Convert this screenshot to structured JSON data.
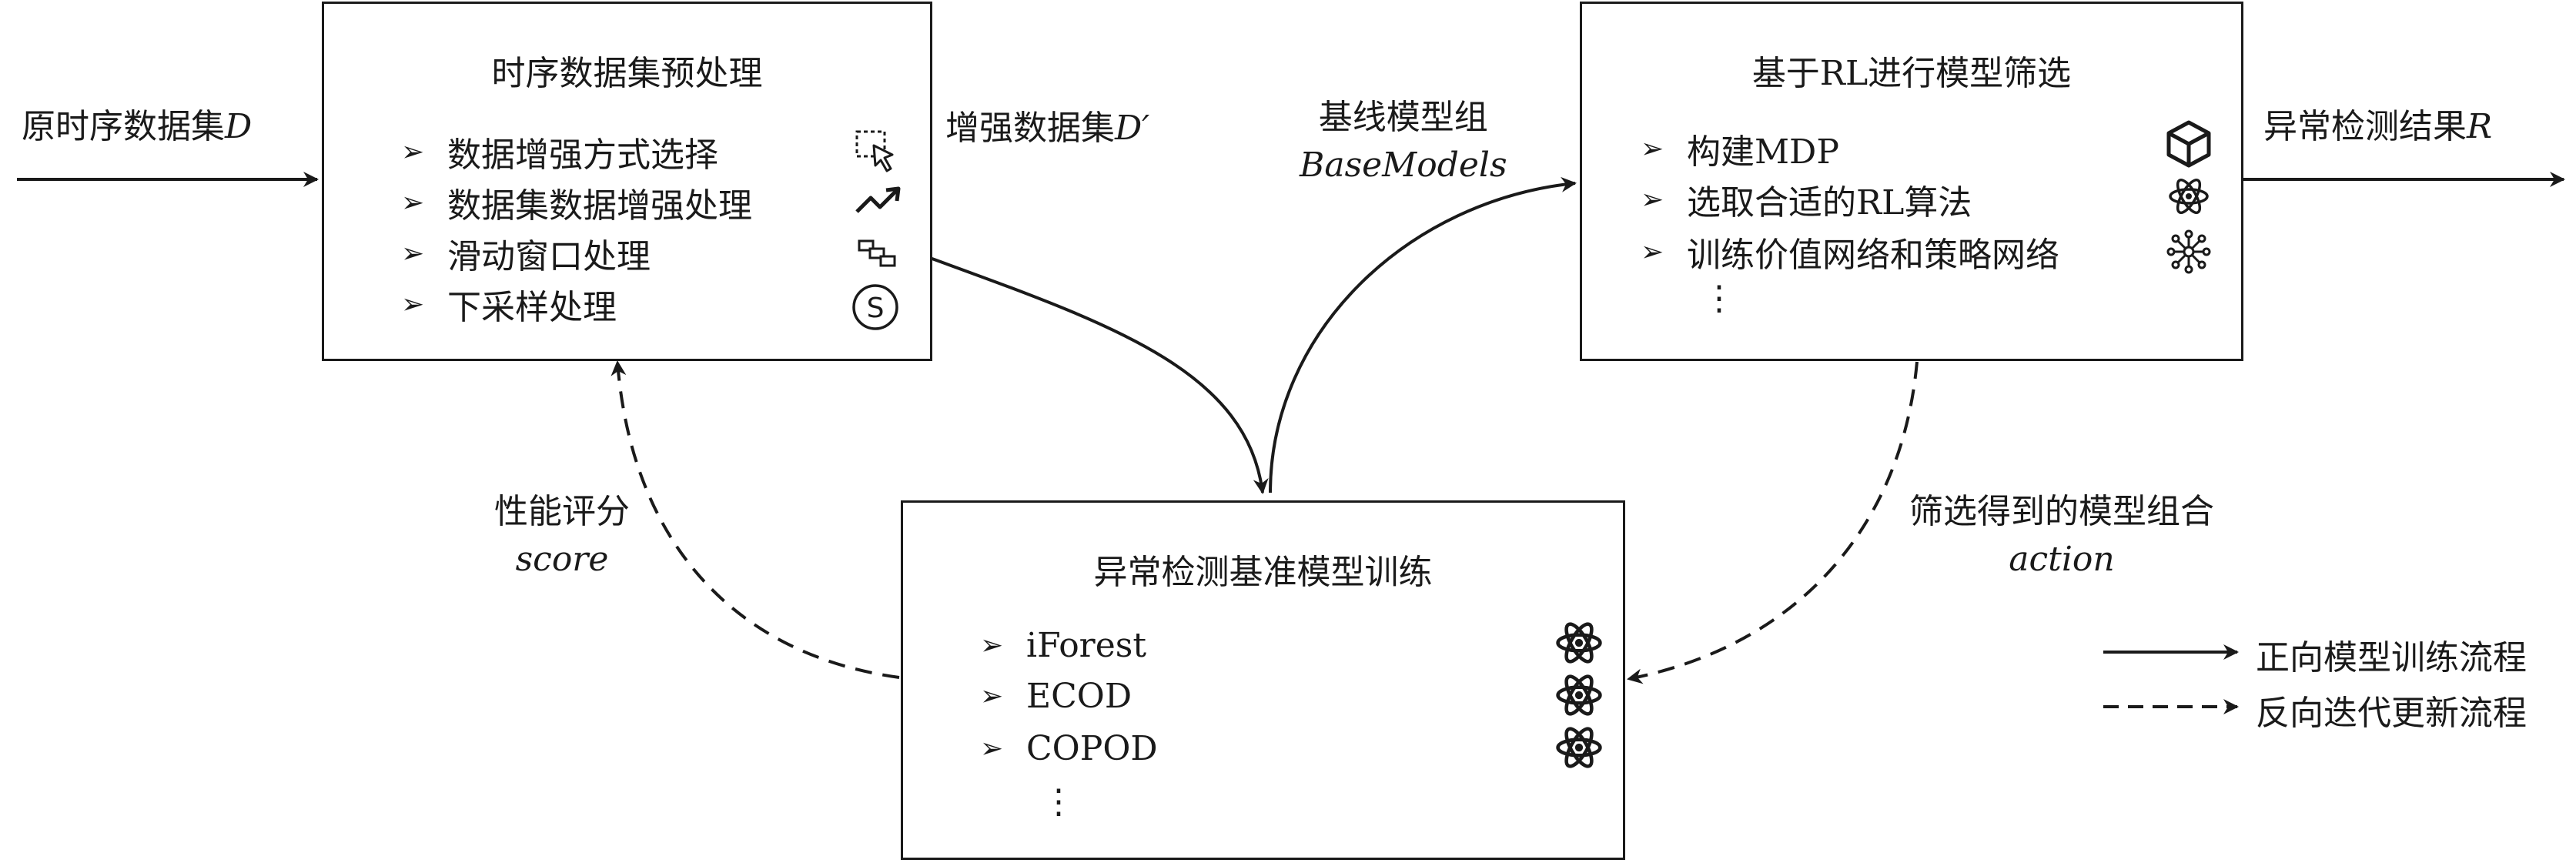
{
  "box_preprocess": {
    "title": "时序数据集预处理",
    "items": [
      "数据增强方式选择",
      "数据集数据增强处理",
      "滑动窗口处理",
      "下采样处理"
    ],
    "icons": [
      "selection-cursor-icon",
      "trend-up-icon",
      "window-blocks-icon",
      "circled-s-icon"
    ]
  },
  "box_rl": {
    "title": "基于RL进行模型筛选",
    "items": [
      "构建MDP",
      "选取合适的RL算法",
      "训练价值网络和策略网络"
    ],
    "icons": [
      "cube-icon",
      "atom-icon",
      "network-nodes-icon"
    ]
  },
  "box_train": {
    "title": "异常检测基准模型训练",
    "items": [
      "iForest",
      "ECOD",
      "COPOD"
    ],
    "icons": [
      "atom-icon",
      "atom-icon",
      "atom-icon"
    ]
  },
  "labels": {
    "input": "原时序数据集",
    "input_var": "D",
    "augmented": "增强数据集",
    "augmented_var": "D′",
    "baseline": "基线模型组",
    "baseline_var": "BaseModels",
    "output": "异常检测结果",
    "output_var": "R",
    "score": "性能评分",
    "score_var": "score",
    "action": "筛选得到的模型组合",
    "action_var": "action"
  },
  "legend": {
    "forward": "正向模型训练流程",
    "backward": "反向迭代更新流程"
  },
  "bullet_glyph": "➢",
  "vdots_glyph": "⋮"
}
